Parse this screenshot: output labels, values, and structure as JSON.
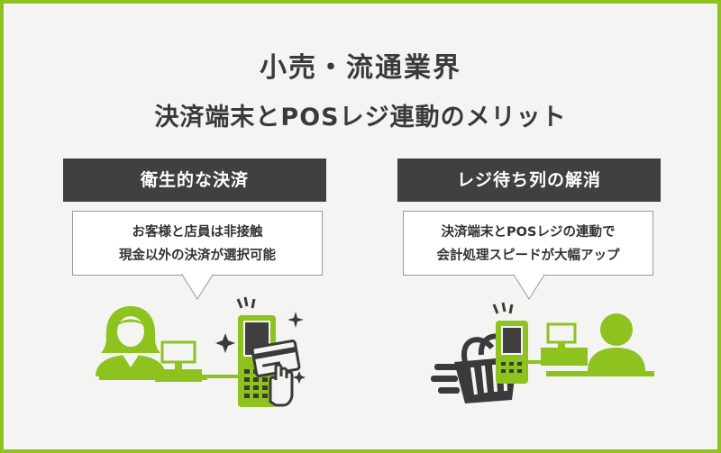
{
  "title": {
    "line1": "小売・流通業界",
    "line2": "決済端末とPOSレジ連動のメリット"
  },
  "left_panel": {
    "heading": "衛生的な決済",
    "bubble_line1": "お客様と店員は非接触",
    "bubble_line2": "現金以外の決済が選択可能"
  },
  "right_panel": {
    "heading": "レジ待ち列の解消",
    "bubble_line1": "決済端末とPOSレジの連動で",
    "bubble_line2": "会計処理スピードが大幅アップ"
  },
  "colors": {
    "accent_green": "#8dc21f",
    "dark_gray": "#404040",
    "background": "#f4f5f3"
  },
  "icons": [
    "cashier-icon",
    "pos-register-icon",
    "payment-terminal-icon",
    "credit-card-icon",
    "hand-icon",
    "sparkle-icon",
    "vibration-lines-icon",
    "shopping-basket-icon",
    "customer-icon"
  ]
}
